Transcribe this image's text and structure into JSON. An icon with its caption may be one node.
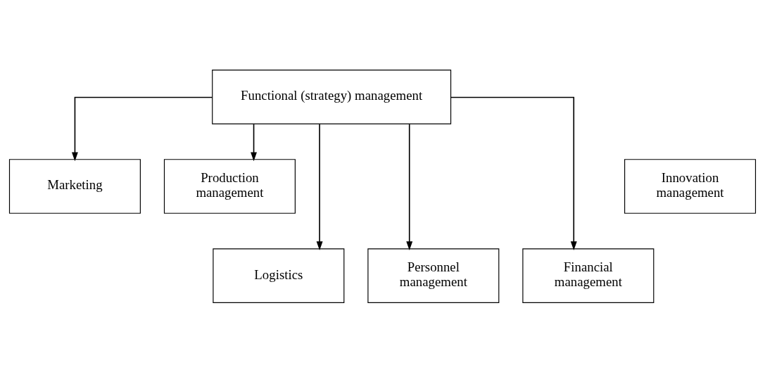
{
  "diagram": {
    "nodes": [
      {
        "text": [
          "Functional (strategy) management"
        ]
      },
      {
        "text": [
          "Marketing"
        ]
      },
      {
        "text": [
          "Innovation management"
        ]
      },
      {
        "text": [
          "Production management"
        ]
      },
      {
        "text": [
          "Logistics"
        ]
      },
      {
        "text": [
          "Personnel management"
        ]
      },
      {
        "text": [
          "Financial management"
        ]
      }
    ],
    "edges": [
      {
        "from": 0,
        "to": 1,
        "arrow": "to"
      },
      {
        "from": 0,
        "to": 4,
        "arrow": "to"
      },
      {
        "from": 0,
        "to": 5,
        "arrow": "to"
      },
      {
        "from": 0,
        "to": 6,
        "arrow": "to"
      },
      {
        "from": 0,
        "to": 3,
        "arrow": "to"
      }
    ]
  }
}
